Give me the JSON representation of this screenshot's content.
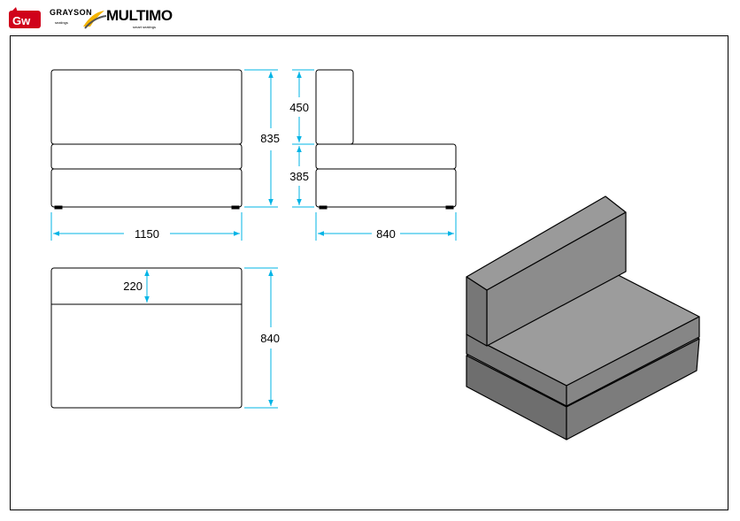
{
  "logos": {
    "grayson": {
      "name": "GRAYSON",
      "sub": "seatings",
      "icon": "rhino-logo-icon"
    },
    "multimo": {
      "name": "MULTIMO",
      "sub": "smart seatings",
      "icon": "multimo-swoosh-icon"
    }
  },
  "colors": {
    "dimension_line": "#00b4e6",
    "outline": "#000000",
    "iso_backrest": "#8c8c8c",
    "iso_seat_top": "#9a9a9a",
    "iso_side": "#7a7a7a"
  },
  "dimensions": {
    "front_width": "1150",
    "front_height": "835",
    "side_back_height": "450",
    "side_seat_height": "385",
    "side_depth": "840",
    "top_back_depth": "220",
    "top_depth": "840"
  }
}
